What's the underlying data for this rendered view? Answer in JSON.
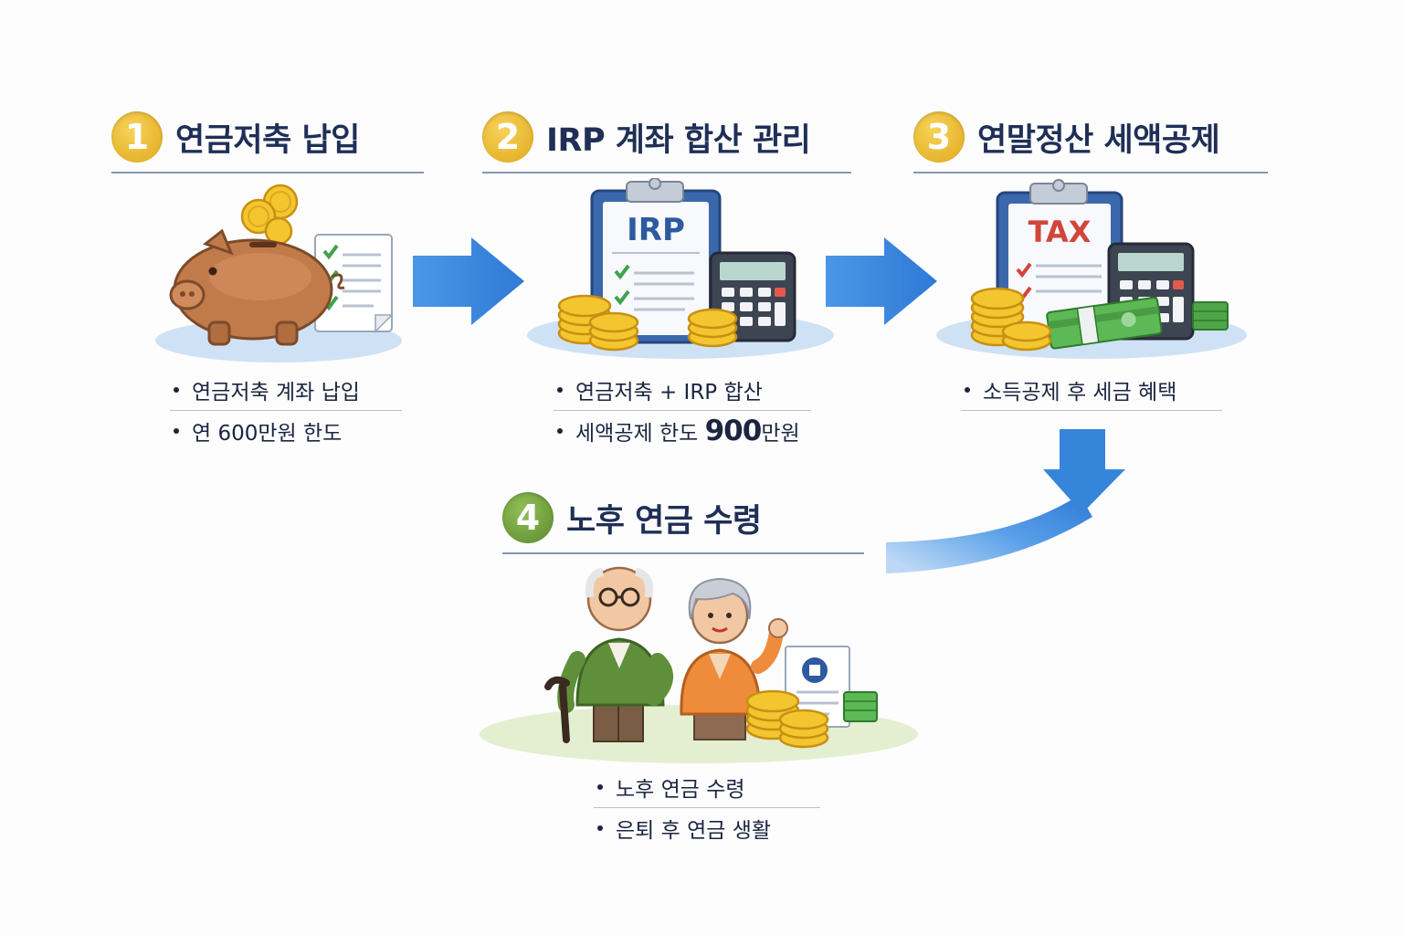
{
  "steps": [
    {
      "number": "1",
      "title": "연금저축 납입",
      "bullets": [
        "연금저축 계좌 납입",
        "연 600만원 한도"
      ]
    },
    {
      "number": "2",
      "title": "IRP 계좌 합산 관리",
      "bullets": [
        "연금저축 + IRP 합산"
      ],
      "bullet2_prefix": "세액공제 한도 ",
      "bullet2_big": "900",
      "bullet2_suffix": "만원",
      "doc_label": "IRP"
    },
    {
      "number": "3",
      "title": "연말정산 세액공제",
      "bullets": [
        "소득공제 후 세금 혜택"
      ],
      "doc_label": "TAX"
    },
    {
      "number": "4",
      "title": "노후 연금 수령",
      "bullets": [
        "노후 연금 수령",
        "은퇴 후 연금 생활"
      ]
    }
  ],
  "colors": {
    "badge_gold": "#e6b52a",
    "badge_green": "#6f9a3a",
    "arrow": "#3f8ee0",
    "title": "#1f2f57"
  },
  "icons": [
    "piggy-bank-icon",
    "coin-icon",
    "checklist-icon",
    "clipboard-icon",
    "calculator-icon",
    "cash-stack-icon",
    "elderly-couple-icon",
    "arrow-right-icon",
    "arrow-curve-down-icon"
  ]
}
